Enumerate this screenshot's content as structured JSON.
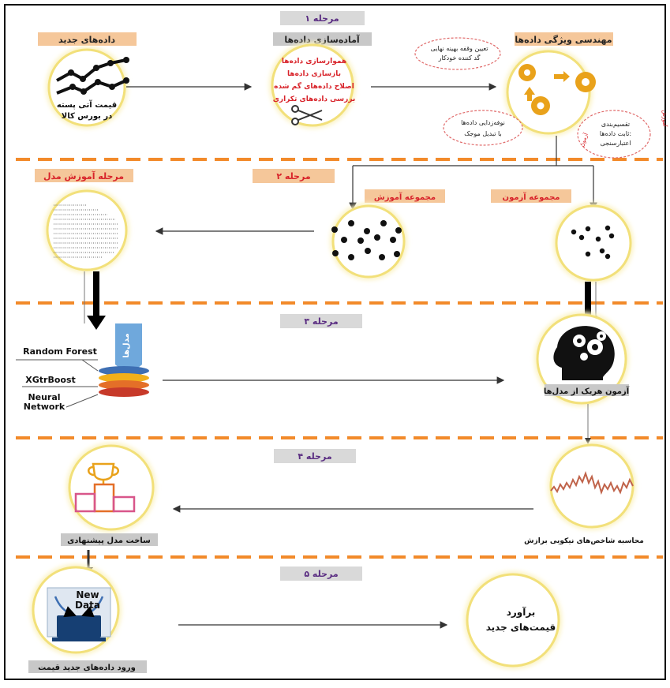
{
  "stages": {
    "s1": "مرحله ۱",
    "s2": "مرحله ۲",
    "s3": "مرحله ۳",
    "s4": "مرحله ۴",
    "s5": "مرحله ۵"
  },
  "row1": {
    "new_data_title": "داده‌های جدید",
    "new_data_line1": "قیمت آتی پسته",
    "new_data_line2": "در بورس کالا",
    "prep_title": "آماده‌سازی داده‌ها",
    "prep_items": [
      "هموارسازی داده‌ها",
      "بازسازی داده‌ها",
      "اصلاح داده‌های گم شده",
      "بررسی داده‌های تکراری"
    ],
    "fe_title": "مهندسی ویژگی داده‌ها",
    "cloud_top": [
      "تعیین وقفه بهینه نهایی",
      "گد کننده خودکار"
    ],
    "cloud_bottom": [
      "نوفه‌زدایی داده‌ها",
      "با تبدیل موجک"
    ],
    "cloud_right": [
      "تقسیم‌بندی",
      "ثابت داده‌ها:",
      "اعتبارسنجی"
    ],
    "side_label_1": "آموزش",
    "side_label_2": "آزمون"
  },
  "row2": {
    "training_stage_title": "مرحله آموزش مدل",
    "train_set_title": "مجموعه آموزش",
    "test_set_title": "مجموعه آزمون"
  },
  "row3": {
    "models_badge": "مدل‌ها",
    "model_1": "Random Forest",
    "model_2": "XGtrBoost",
    "model_3_line1": "Neural",
    "model_3_line2": "Network",
    "test_models_title": "آزمون هریک از مدل‌ها"
  },
  "row4": {
    "proposed_model_title": "ساخت مدل پیشنهادی",
    "fitness_title": "محاسبه شاخص‌های نیکویی برازش"
  },
  "row5": {
    "new_data_text_1": "New",
    "new_data_text_2": "Data",
    "enter_new_data_title": "ورود داده‌های جدید قیمت",
    "estimate_line1": "برآورد",
    "estimate_line2": "قیمت‌های جدید"
  },
  "colors": {
    "circle_border": "#f2e07a",
    "circle_glow": "#fbf3c4",
    "dashed_separator": "#f28a2a",
    "stage_badge_bg": "#d9d9d9",
    "stage_badge_text": "#5a2d82",
    "orange_title_bg": "#f5c79a",
    "gray_title_bg": "#c8c8c8",
    "red_text": "#d8232a",
    "gear_color": "#e9a21b",
    "wave_color": "#c0634a"
  }
}
